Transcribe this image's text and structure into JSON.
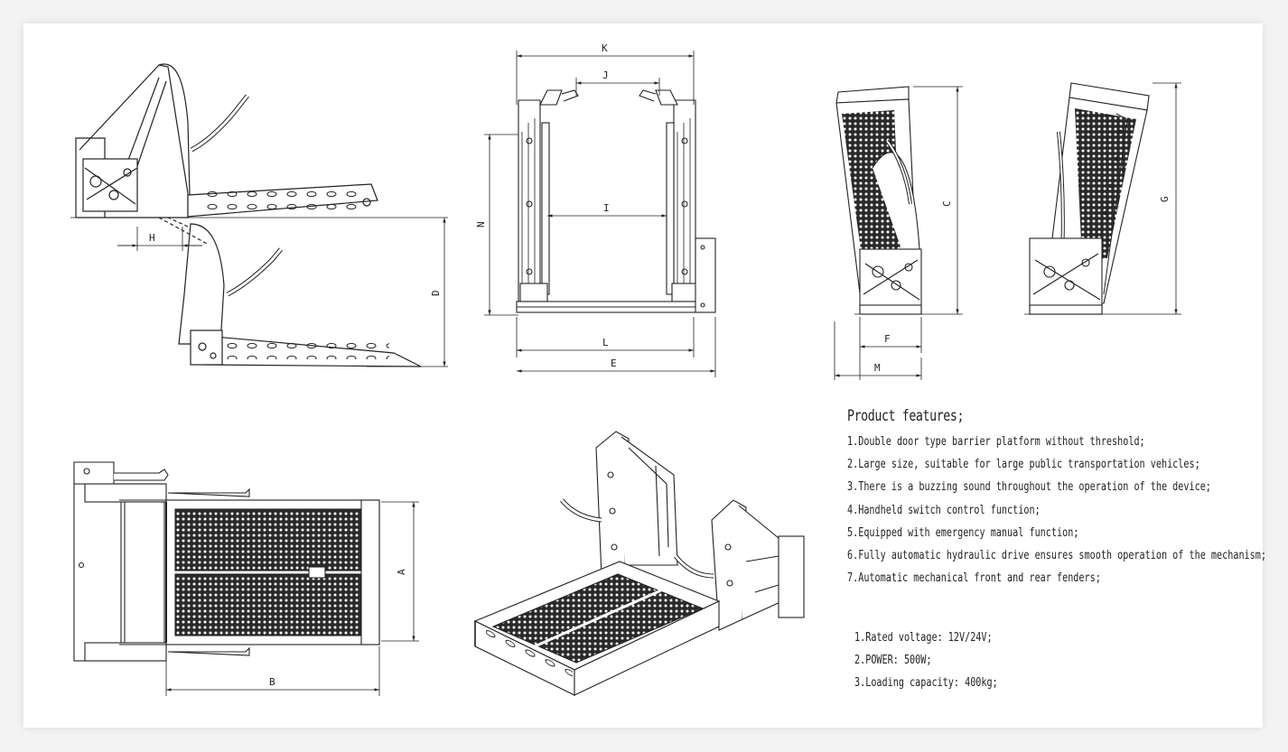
{
  "dimension_labels": {
    "K": "K",
    "J": "J",
    "I": "I",
    "N": "N",
    "L": "L",
    "E": "E",
    "H": "H",
    "D": "D",
    "C": "C",
    "F": "F",
    "M": "M",
    "G": "G",
    "A": "A",
    "B": "B"
  },
  "features": {
    "title": "Product features;",
    "items": [
      "1.Double door type barrier platform without threshold;",
      "2.Large size, suitable for large public transportation vehicles;",
      "3.There is a buzzing sound throughout the operation of the device;",
      "4.Handheld switch control function;",
      "5.Equipped with emergency manual function;",
      "6.Fully automatic hydraulic drive ensures smooth operation of the mechanism;",
      "7.Automatic mechanical front and rear fenders;"
    ]
  },
  "specs": {
    "items": [
      "1.Rated voltage: 12V/24V;",
      "2.POWER: 500W;",
      "3.Loading capacity: 400kg;"
    ]
  },
  "colors": {
    "ink": "#222222",
    "sheet": "#ffffff",
    "background": "#f3f3f3"
  }
}
